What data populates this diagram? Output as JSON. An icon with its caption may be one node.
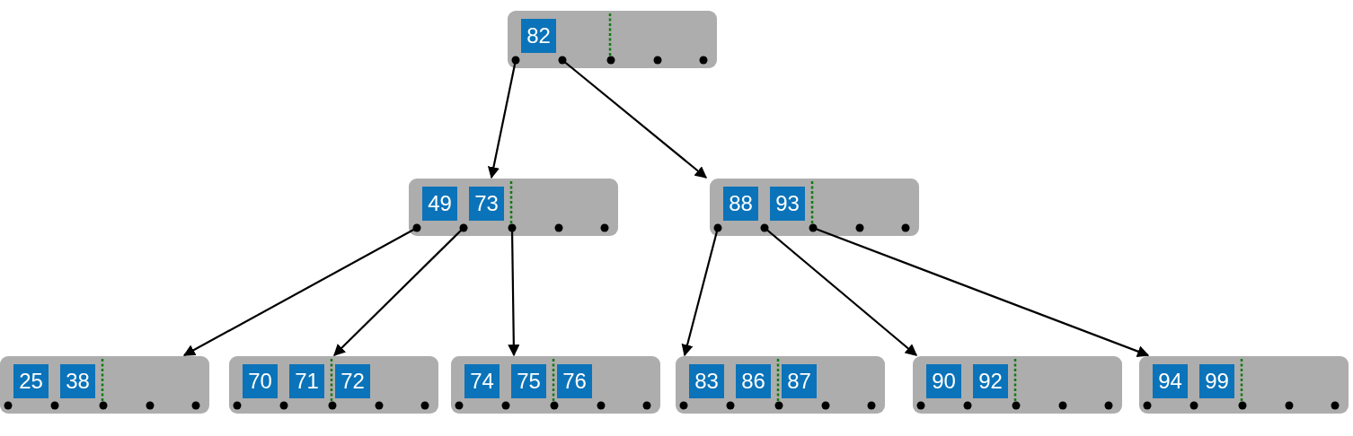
{
  "diagram": {
    "nodes": [
      {
        "text": [],
        "shape": "box"
      },
      {
        "text": [
          "82"
        ],
        "in": 0
      },
      {
        "text": [],
        "shape": "box"
      },
      {
        "text": [
          "49"
        ],
        "in": 2
      },
      {
        "text": [
          "73"
        ],
        "in": 2
      },
      {
        "text": [],
        "shape": "box"
      },
      {
        "text": [
          "88"
        ],
        "in": 5
      },
      {
        "text": [
          "93"
        ],
        "in": 5
      },
      {
        "text": [],
        "shape": "box"
      },
      {
        "text": [
          "25"
        ],
        "in": 8
      },
      {
        "text": [
          "38"
        ],
        "in": 8
      },
      {
        "text": [],
        "shape": "box"
      },
      {
        "text": [
          "70"
        ],
        "in": 11
      },
      {
        "text": [
          "71"
        ],
        "in": 11
      },
      {
        "text": [
          "72"
        ],
        "in": 11
      },
      {
        "text": [],
        "shape": "box"
      },
      {
        "text": [
          "74"
        ],
        "in": 15
      },
      {
        "text": [
          "75"
        ],
        "in": 15
      },
      {
        "text": [
          "76"
        ],
        "in": 15
      },
      {
        "text": [],
        "shape": "box"
      },
      {
        "text": [
          "83"
        ],
        "in": 19
      },
      {
        "text": [
          "86"
        ],
        "in": 19
      },
      {
        "text": [
          "87"
        ],
        "in": 19
      },
      {
        "text": [],
        "shape": "box"
      },
      {
        "text": [
          "90"
        ],
        "in": 23
      },
      {
        "text": [
          "92"
        ],
        "in": 23
      },
      {
        "text": [],
        "shape": "box"
      },
      {
        "text": [
          "94"
        ],
        "in": 26
      },
      {
        "text": [
          "99"
        ],
        "in": 26
      }
    ],
    "edges": [
      {
        "from": 0,
        "to": 2,
        "arrow": "to"
      },
      {
        "from": 0,
        "to": 5,
        "arrow": "to"
      },
      {
        "from": 2,
        "to": 8,
        "arrow": "to"
      },
      {
        "from": 2,
        "to": 11,
        "arrow": "to"
      },
      {
        "from": 2,
        "to": 15,
        "arrow": "to"
      },
      {
        "from": 5,
        "to": 19,
        "arrow": "to"
      },
      {
        "from": 5,
        "to": 23,
        "arrow": "to"
      },
      {
        "from": 5,
        "to": 26,
        "arrow": "to"
      }
    ]
  }
}
